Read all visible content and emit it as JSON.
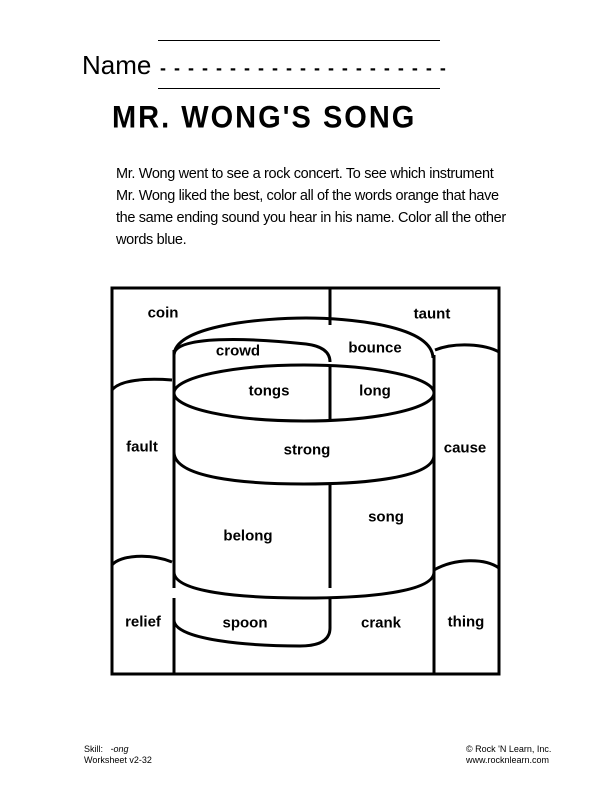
{
  "header": {
    "name_label": "Name",
    "name_dashes": "- - - - - - - - - - - - - - - - - - - - -"
  },
  "title": "MR. WONG'S SONG",
  "instructions": "Mr. Wong went to see a rock concert. To see which instrument Mr. Wong liked the best, color all of the words orange that have the same ending sound you hear in his name. Color all the other words blue.",
  "words": {
    "coin": "coin",
    "taunt": "taunt",
    "crowd": "crowd",
    "bounce": "bounce",
    "tongs": "tongs",
    "long": "long",
    "fault": "fault",
    "strong": "strong",
    "cause": "cause",
    "song": "song",
    "belong": "belong",
    "relief": "relief",
    "spoon": "spoon",
    "crank": "crank",
    "thing": "thing"
  },
  "footer": {
    "skill_label": "Skill:",
    "skill_value": "-ong",
    "worksheet": "Worksheet v2-32",
    "copyright": "© Rock 'N Learn, Inc.",
    "website": "www.rocknlearn.com"
  }
}
